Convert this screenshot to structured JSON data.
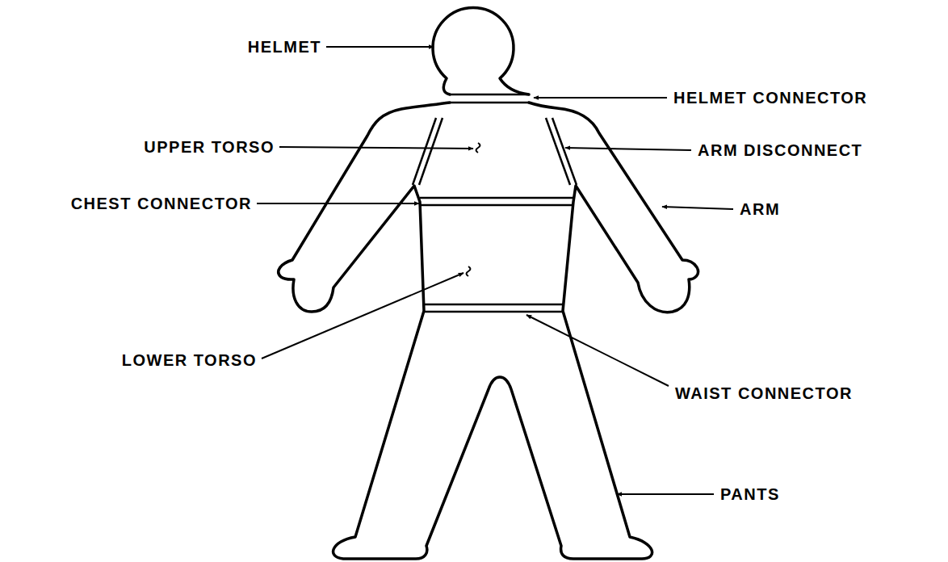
{
  "diagram": {
    "labels": [
      "HELMET",
      "HELMET CONNECTOR",
      "UPPER TORSO",
      "ARM DISCONNECT",
      "CHEST CONNECTOR",
      "ARM",
      "LOWER TORSO",
      "WAIST CONNECTOR",
      "PANTS"
    ]
  }
}
